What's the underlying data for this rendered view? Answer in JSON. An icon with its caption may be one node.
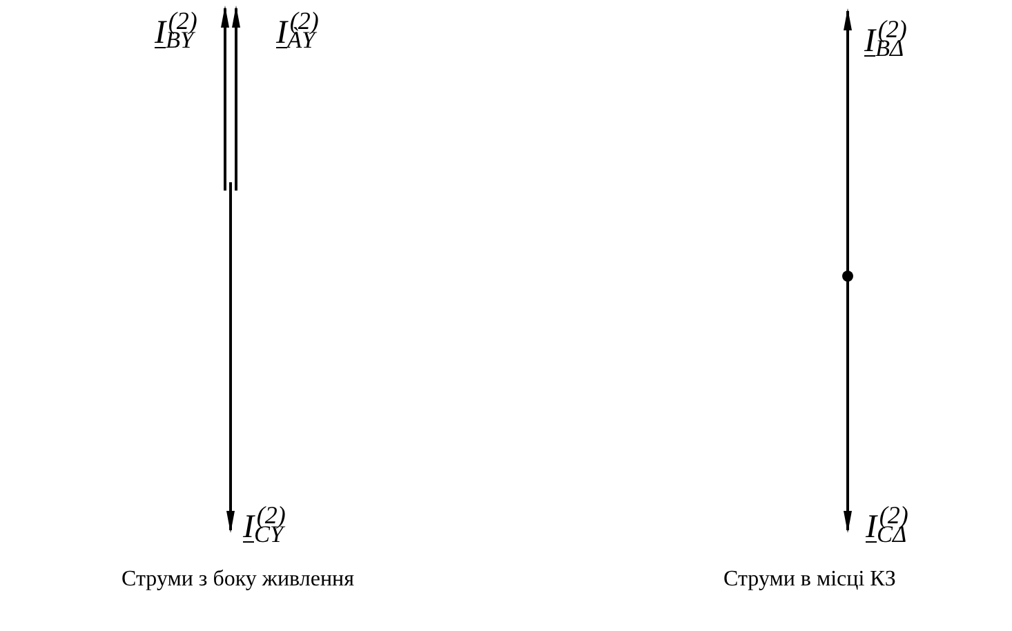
{
  "diagram": {
    "labels": [
      "*I*$^{(2)}$$_{BY}$",
      "*I*$^{(2)}$$_{ÀY}$",
      "*I*$^{(2)}$$_{BΔ}$",
      "*I*$^{(2)}$$_{CY}$",
      "*I*$^{(2)}$$_{CΔ}$",
      "Струми з боку живлення",
      "Струми в місці КЗ"
    ]
  }
}
